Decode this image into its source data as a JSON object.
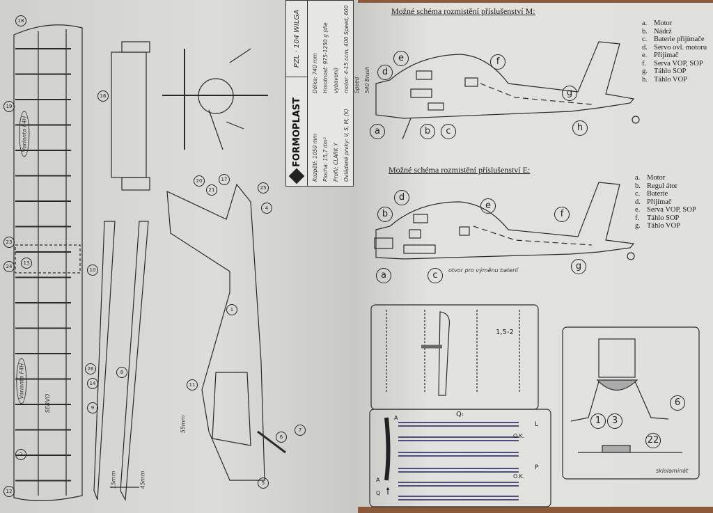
{
  "title_block": {
    "brand": "FORMOPLAST",
    "model": "PZL · 104 WILGA",
    "specs_left": [
      "Rozpětí: 1050 mm",
      "Plocha: 15,7 dm²",
      "Profil: CLARK Y",
      "Ovládané prvky: V, S, M, (K)"
    ],
    "specs_right": [
      "Délka: 740 mm",
      "Hmotnost: 975-1250 g (dle vybavení)",
      "motor: 4-15 ccm, 400 Speed, 600 Speed",
      "540 Brush"
    ]
  },
  "wing": {
    "variant_label_1": "Varianta F4H",
    "variant_label_2": "Varianta F4H",
    "servo_label": "SERVO",
    "dim_15": "15mm",
    "dim_45": "45mm",
    "dim_55": "55mm",
    "callouts": [
      "18",
      "19",
      "23",
      "24",
      "26",
      "14",
      "8",
      "9",
      "16",
      "20",
      "21",
      "17",
      "25",
      "4",
      "1",
      "11",
      "2",
      "5",
      "6",
      "7",
      "10",
      "12",
      "13"
    ]
  },
  "scheme_m": {
    "heading": "Možné schéma rozmistění příslušenství  M:",
    "items": [
      {
        "key": "a.",
        "label": "Motor"
      },
      {
        "key": "b.",
        "label": "Nádrž"
      },
      {
        "key": "c.",
        "label": "Baterie přijímače"
      },
      {
        "key": "d.",
        "label": "Servo ovl. motoru"
      },
      {
        "key": "e.",
        "label": "Přijímač"
      },
      {
        "key": "f.",
        "label": "Serva VOP, SOP"
      },
      {
        "key": "g.",
        "label": "Táhlo SOP"
      },
      {
        "key": "h.",
        "label": "Táhlo VOP"
      }
    ],
    "callouts": [
      "a",
      "b",
      "c",
      "d",
      "e",
      "f",
      "g",
      "h"
    ]
  },
  "scheme_e": {
    "heading": "Možné schéma rozmistění příslušenství  E:",
    "items": [
      {
        "key": "a.",
        "label": "Motor"
      },
      {
        "key": "b.",
        "label": "Regul átor"
      },
      {
        "key": "c.",
        "label": "Baterie"
      },
      {
        "key": "d.",
        "label": "Přijímač"
      },
      {
        "key": "e.",
        "label": "Serva VOP, SOP"
      },
      {
        "key": "f.",
        "label": "Táhlo SOP"
      },
      {
        "key": "g.",
        "label": "Táhlo VOP"
      }
    ],
    "callouts": [
      "a",
      "b",
      "c",
      "d",
      "e",
      "f",
      "g"
    ],
    "note": "otvor pro výměnu baterií"
  },
  "hinge_detail": {
    "dimension": "1,5-2"
  },
  "q_detail": {
    "title": "Q:",
    "left": "L",
    "right": "P",
    "ok_1": "O.K.",
    "ok_2": "O.K.",
    "a_1": "A",
    "a_2": "A",
    "arrow_label": "Q"
  },
  "gear_detail": {
    "callouts": [
      "1",
      "3",
      "22",
      "6"
    ],
    "note": "sklolaminát"
  }
}
